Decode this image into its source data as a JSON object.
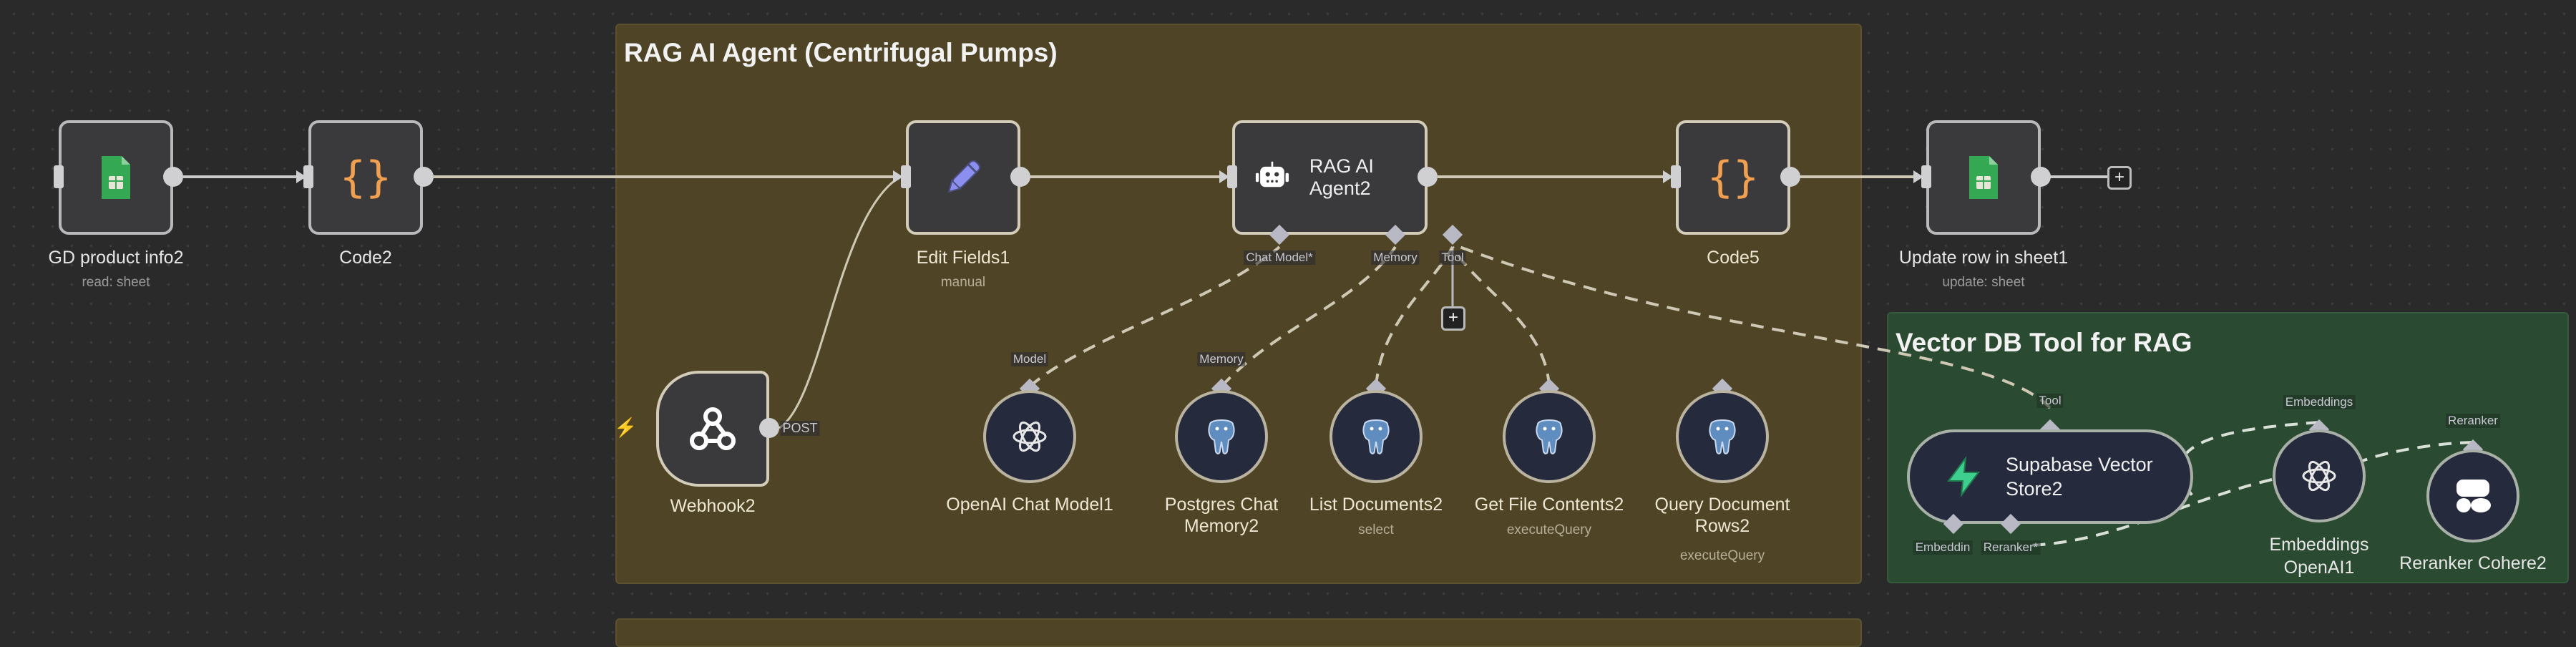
{
  "canvas": {
    "background": "#2a2a2b",
    "accent_colors": {
      "sticky_yellow": "#4f4526",
      "sticky_green": "#2b4a32",
      "node_bg": "#3a393c",
      "subnode_bg": "#262a3d"
    }
  },
  "stickies": [
    {
      "title": "RAG AI Agent (Centrifugal Pumps)",
      "color": "#4f4526"
    },
    {
      "title": "Vector DB Tool for RAG",
      "color": "#2b4a32"
    }
  ],
  "nodes": {
    "gd_product": {
      "name": "GD product info2",
      "subtitle": "read: sheet",
      "icon": "google-sheets-icon"
    },
    "code2": {
      "name": "Code2",
      "icon": "code-braces-icon"
    },
    "edit_fields": {
      "name": "Edit Fields1",
      "subtitle": "manual",
      "icon": "pencil-icon"
    },
    "agent": {
      "name": "RAG AI Agent2",
      "icon": "robot-icon",
      "ports": {
        "chat_model": "Chat Model*",
        "memory": "Memory",
        "tool": "Tool"
      }
    },
    "code5": {
      "name": "Code5",
      "icon": "code-braces-icon"
    },
    "update_row": {
      "name": "Update row in sheet1",
      "subtitle": "update: sheet",
      "icon": "google-sheets-icon"
    },
    "webhook": {
      "name": "Webhook2",
      "icon": "webhook-icon",
      "output_label": "POST"
    },
    "openai_chat": {
      "name": "OpenAI Chat Model1",
      "port": "Model",
      "icon": "openai-icon"
    },
    "pg_memory": {
      "name_line1": "Postgres Chat",
      "name_line2": "Memory2",
      "port": "Memory",
      "icon": "postgres-icon"
    },
    "list_docs": {
      "name": "List Documents2",
      "subtitle": "select",
      "icon": "postgres-icon"
    },
    "get_file": {
      "name": "Get File Contents2",
      "subtitle": "executeQuery",
      "icon": "postgres-icon"
    },
    "query_rows": {
      "name_line1": "Query Document",
      "name_line2": "Rows2",
      "subtitle": "executeQuery",
      "icon": "postgres-icon"
    },
    "supabase": {
      "name_line1": "Supabase Vector",
      "name_line2": "Store2",
      "port_top": "Tool",
      "port_embeddings": "Embeddin",
      "port_reranker": "Reranker*",
      "icon": "supabase-icon"
    },
    "embeddings": {
      "name_line1": "Embeddings",
      "name_line2": "OpenAI1",
      "port": "Embeddings",
      "icon": "openai-icon"
    },
    "reranker": {
      "name": "Reranker Cohere2",
      "port": "Reranker",
      "icon": "cohere-icon"
    }
  },
  "buttons": {
    "add_after_update": "+",
    "add_tool": "+"
  }
}
